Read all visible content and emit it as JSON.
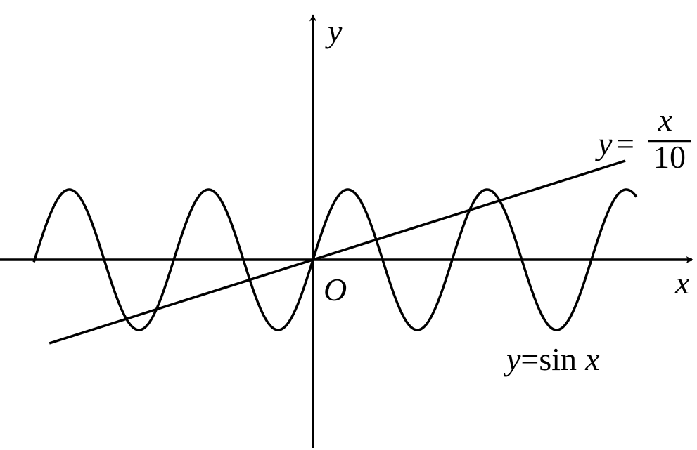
{
  "chart_data": {
    "type": "line",
    "axes": {
      "x_label": "x",
      "y_label": "y",
      "origin_label": "O"
    },
    "series": [
      {
        "name": "y=sin x",
        "function": "sin x",
        "x_range": [
          -12.6,
          14.6
        ],
        "label": {
          "y": "y",
          "eq": "=",
          "func": "sin",
          "var": "x"
        }
      },
      {
        "name": "y=x/10",
        "function": "x/10",
        "x_range": [
          -11.9,
          14.1
        ],
        "label": {
          "y": "y",
          "eq": "=",
          "numerator": "x",
          "denominator": "10"
        }
      }
    ],
    "colors": {
      "stroke": "#000000",
      "background": "#ffffff"
    }
  }
}
